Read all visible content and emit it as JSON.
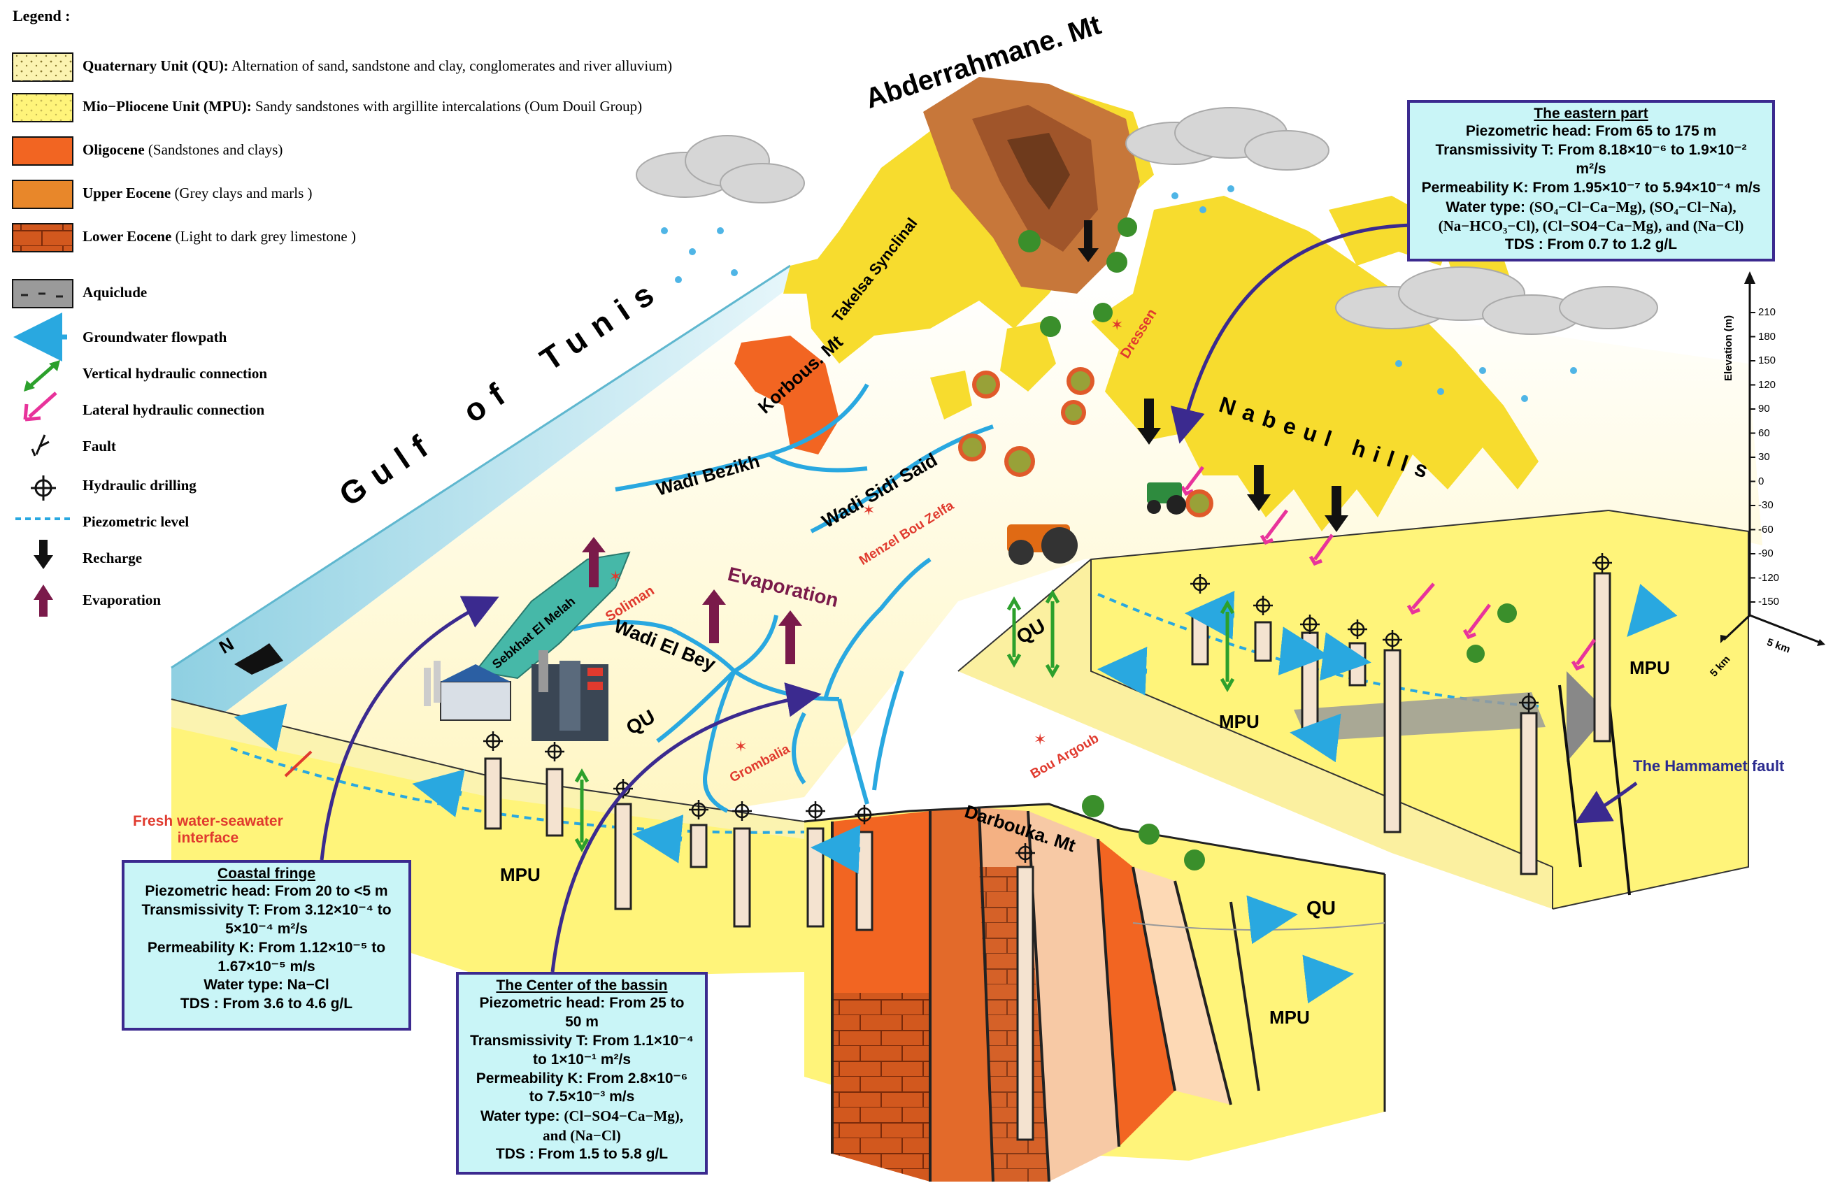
{
  "legend": {
    "title": "Legend :",
    "items": [
      {
        "label": "Quaternary Unit (QU):",
        "desc": " Alternation of sand, sandstone and clay, conglomerates and river alluvium)"
      },
      {
        "label": "Mio−Pliocene Unit (MPU):",
        "desc": " Sandy sandstones with argillite intercalations (Oum Douil Group)"
      },
      {
        "label": "Oligocene",
        "desc": " (Sandstones and clays)"
      },
      {
        "label": "Upper Eocene",
        "desc": " (Grey clays and marls )"
      },
      {
        "label": "Lower Eocene",
        "desc": " (Light to dark grey limestone )"
      },
      {
        "label": "Aquiclude",
        "desc": ""
      },
      {
        "label": "Groundwater flowpath",
        "desc": ""
      },
      {
        "label": "Vertical hydraulic connection",
        "desc": ""
      },
      {
        "label": "Lateral hydraulic connection",
        "desc": ""
      },
      {
        "label": "Fault",
        "desc": ""
      },
      {
        "label": "Hydraulic drilling",
        "desc": ""
      },
      {
        "label": "Piezometric level",
        "desc": ""
      },
      {
        "label": "Recharge",
        "desc": ""
      },
      {
        "label": "Evaporation",
        "desc": ""
      }
    ]
  },
  "colors": {
    "quaternary": "#fbf3b0",
    "miopliocene": "#fff47a",
    "oligocene": "#f26522",
    "upper_eocene": "#e8872a",
    "lower_eocene": "#c8501e",
    "aquiclude": "#9a9a9a",
    "flow": "#29a8e0",
    "vertical": "#2ca02c",
    "lateral": "#e8339b",
    "recharge": "#111111",
    "evaporation": "#7a1a4a",
    "sea": "#bfe6ef",
    "box_fill": "#c9f5f7",
    "box_border": "#3b2a8f",
    "hills": "#f7dc2e",
    "red_label": "#e03a2e"
  },
  "places": {
    "gulf": "Gulf  of  Tunis",
    "abderrahmane": "Abderrahmane. Mt",
    "takelsa": "Takelsa Synclinal",
    "korbous": "Korbous. Mt",
    "dressen": "Dressen",
    "nabeul": "Nabeul hills",
    "wadi_bezikh": "Wadi Bezikh",
    "wadi_sidi_said": "Wadi Sidi Said",
    "menzel": "Menzel Bou Zelfa",
    "evaporation": "Evaporation",
    "soliman": "Soliman",
    "sebkhat": "Sebkhat El Melah",
    "wadi_el_bey": "Wadi El Bey",
    "grombalia": "Grombalia",
    "bou_argoub": "Bou Argoub",
    "darbouka": "Darbouka. Mt",
    "north": "N",
    "qu1": "QU",
    "qu2": "QU",
    "qu3": "QU",
    "mpu1": "MPU",
    "mpu2": "MPU",
    "mpu3": "MPU",
    "mpu4": "MPU",
    "fresh": "Fresh water-seawater\ninterface",
    "hammamet": "The Hammamet fault"
  },
  "scale": {
    "axis_label": "Elevation (m)",
    "ticks": [
      "210",
      "180",
      "150",
      "120",
      "90",
      "60",
      "30",
      "0",
      "-30",
      "-60",
      "-90",
      "-120",
      "-150"
    ],
    "km1": "5 km",
    "km2": "5 km"
  },
  "boxes": {
    "east": {
      "title": "The eastern part",
      "l1": "Piezometric head: From 65 to 175 m",
      "l2": "Transmissivity T: From 8.18×10⁻⁶ to 1.9×10⁻²",
      "l3": "m²/s",
      "l4": "Permeability K: From 1.95×10⁻⁷ to 5.94×10⁻⁴ m/s",
      "l5a": "Water type: ",
      "l5b": "(SO₄−Cl−Ca−Mg), (SO₄−Cl−Na),",
      "l6": "(Na−HCO₃−Cl), (Cl−SO4−Ca−Mg), and (Na−Cl)",
      "l7": "TDS : From 0.7 to 1.2 g/L"
    },
    "coast": {
      "title": "Coastal fringe",
      "l1": "Piezometric head: From 20 to <5 m",
      "l2": "Transmissivity T: From 3.12×10⁻⁴ to",
      "l3": "5×10⁻⁴ m²/s",
      "l4": "Permeability K: From 1.12×10⁻⁵ to",
      "l5": "1.67×10⁻⁵ m/s",
      "l6": "Water type: Na−Cl",
      "l7": "TDS : From 3.6 to 4.6 g/L"
    },
    "center": {
      "title": "The Center of the bassin",
      "l1": "Piezometric head: From 25 to",
      "l2": "50 m",
      "l3": "Transmissivity T: From 1.1×10⁻⁴",
      "l4": "to 1×10⁻¹ m²/s",
      "l5": "Permeability K: From 2.8×10⁻⁶",
      "l6": "to 7.5×10⁻³ m/s",
      "l7a": "Water type: ",
      "l7b": "(Cl−SO4−Ca−Mg),",
      "l8": "and (Na−Cl)",
      "l9": "TDS : From 1.5 to 5.8 g/L"
    }
  }
}
